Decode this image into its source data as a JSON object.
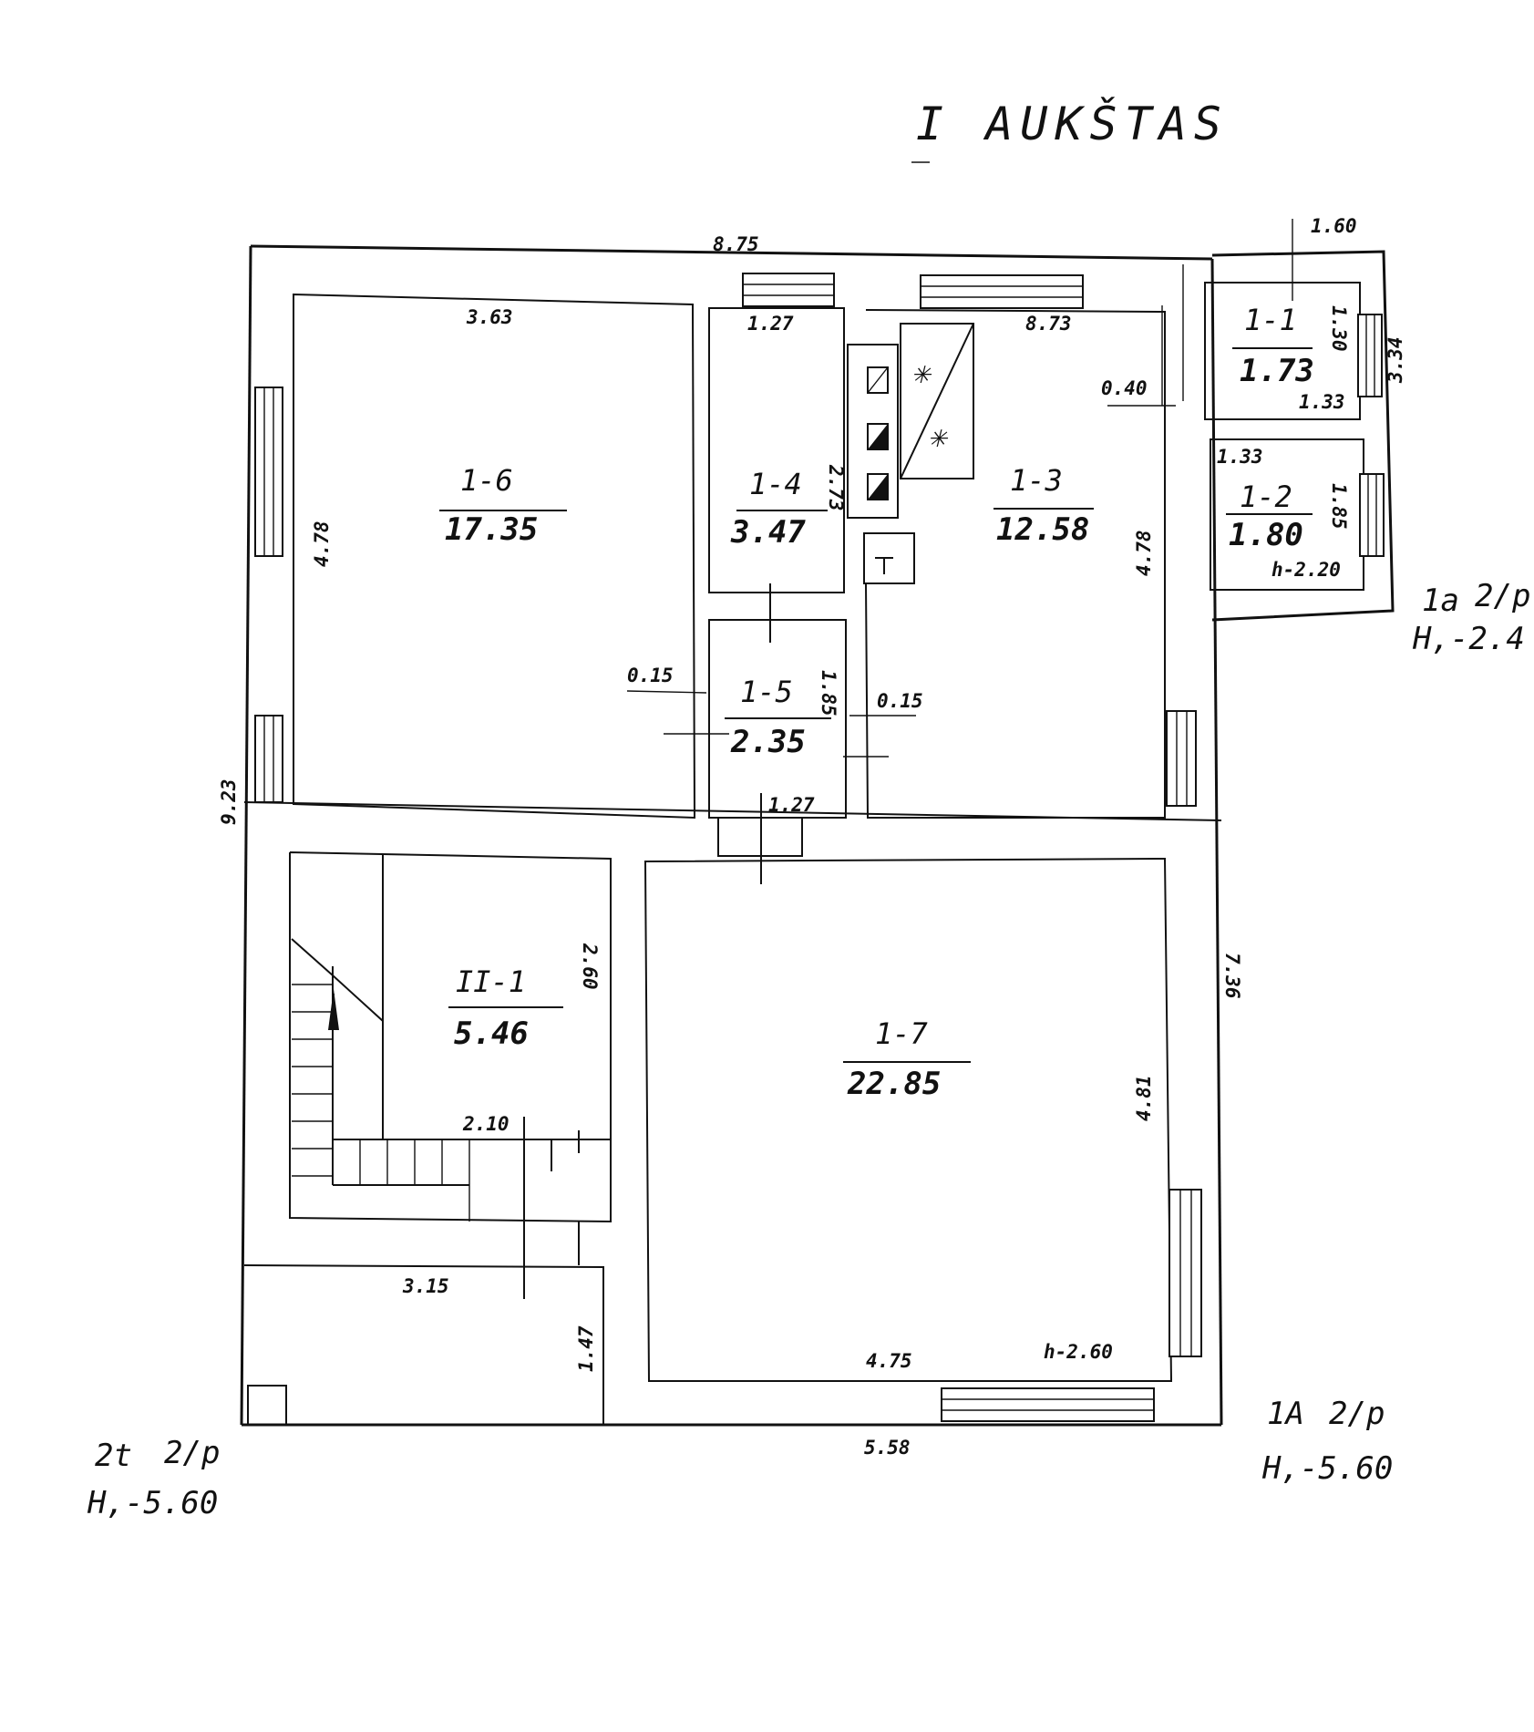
{
  "title": "I AUKŠTAS",
  "rooms": [
    {
      "id": "1-1",
      "area": "1.73"
    },
    {
      "id": "1-2",
      "area": "1.80"
    },
    {
      "id": "1-3",
      "area": "12.58"
    },
    {
      "id": "1-4",
      "area": "3.47"
    },
    {
      "id": "1-5",
      "area": "2.35"
    },
    {
      "id": "1-6",
      "area": "17.35"
    },
    {
      "id": "1-7",
      "area": "22.85"
    },
    {
      "id": "II-1",
      "area": "5.46"
    }
  ],
  "dimensions": {
    "top_overall": "8.75",
    "r16_width": "3.63",
    "r16_height": "4.78",
    "r14_width": "1.27",
    "r14_height": "2.73",
    "r13_width": "8.73",
    "r13_height": "4.78",
    "r11_width": "1.60",
    "r11_height": "1.30",
    "r11_offset": "0.40",
    "r11_bottom": "1.33",
    "r12_width": "1.33",
    "r12_height": "1.85",
    "r12_h": "h-2.20",
    "annex_height": "3.34",
    "r15_height": "1.85",
    "r15_wall_left": "0.15",
    "r15_wall_right": "0.15",
    "r15_width": "1.27",
    "left_overall": "9.23",
    "ii1_height": "2.60",
    "ii1_width": "2.10",
    "entry_width": "3.15",
    "entry_height": "1.47",
    "r17_height": "4.81",
    "r17_width": "4.75",
    "r17_h": "h-2.60",
    "right_overall": "7.36",
    "bottom_overall": "5.58"
  },
  "notes": {
    "annex_code": "1a",
    "annex_fraction": "2/p",
    "annex_height": "H,-2.4",
    "main_code": "1A",
    "main_fraction": "2/p",
    "main_height": "H,-5.60",
    "stair_code": "2t",
    "stair_fraction": "2/p",
    "stair_height": "H,-5.60"
  }
}
